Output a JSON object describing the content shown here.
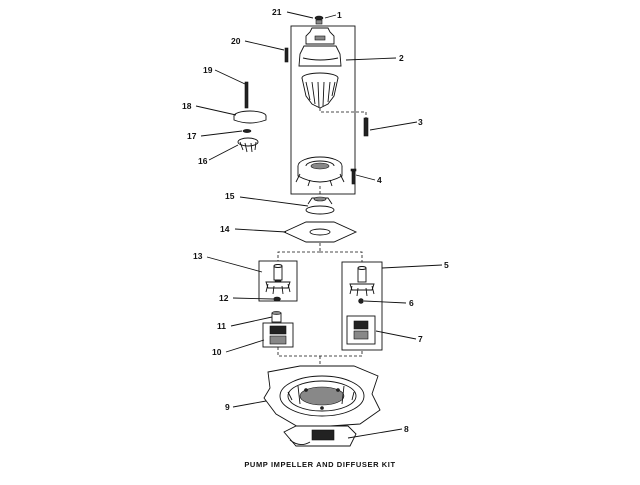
{
  "diagram": {
    "caption": "PUMP IMPELLER AND DIFFUSER KIT",
    "callouts": {
      "c1": "1",
      "c2": "2",
      "c3": "3",
      "c4": "4",
      "c5": "5",
      "c6": "6",
      "c7": "7",
      "c8": "8",
      "c9": "9",
      "c10": "10",
      "c11": "11",
      "c12": "12",
      "c13": "13",
      "c14": "14",
      "c15": "15",
      "c16": "16",
      "c17": "17",
      "c18": "18",
      "c19": "19",
      "c20": "20",
      "c21": "21"
    }
  }
}
